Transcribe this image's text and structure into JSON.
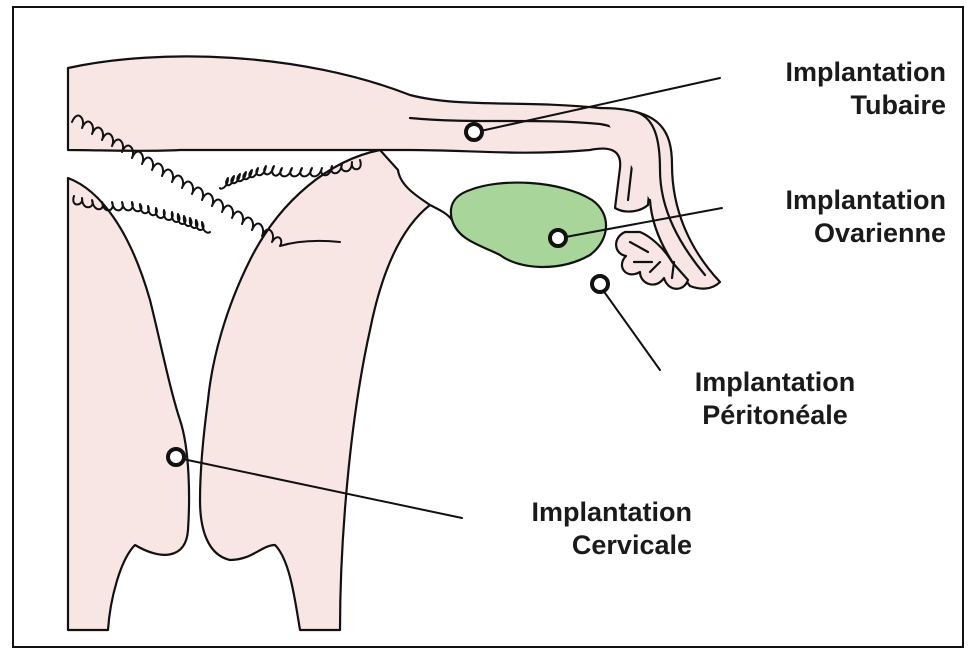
{
  "colors": {
    "tissue": "#f7e6e4",
    "ovary": "#a8d69a",
    "outline": "#111111"
  },
  "labels": {
    "tubaire": {
      "line1": "Implantation",
      "line2": "Tubaire"
    },
    "ovarienne": {
      "line1": "Implantation",
      "line2": "Ovarienne"
    },
    "peritoneale": {
      "line1": "Implantation",
      "line2": "Péritonéale"
    },
    "cervicale": {
      "line1": "Implantation",
      "line2": "Cervicale"
    }
  },
  "markers": [
    "tubal-site",
    "ovarian-site",
    "peritoneal-site",
    "cervical-site"
  ]
}
